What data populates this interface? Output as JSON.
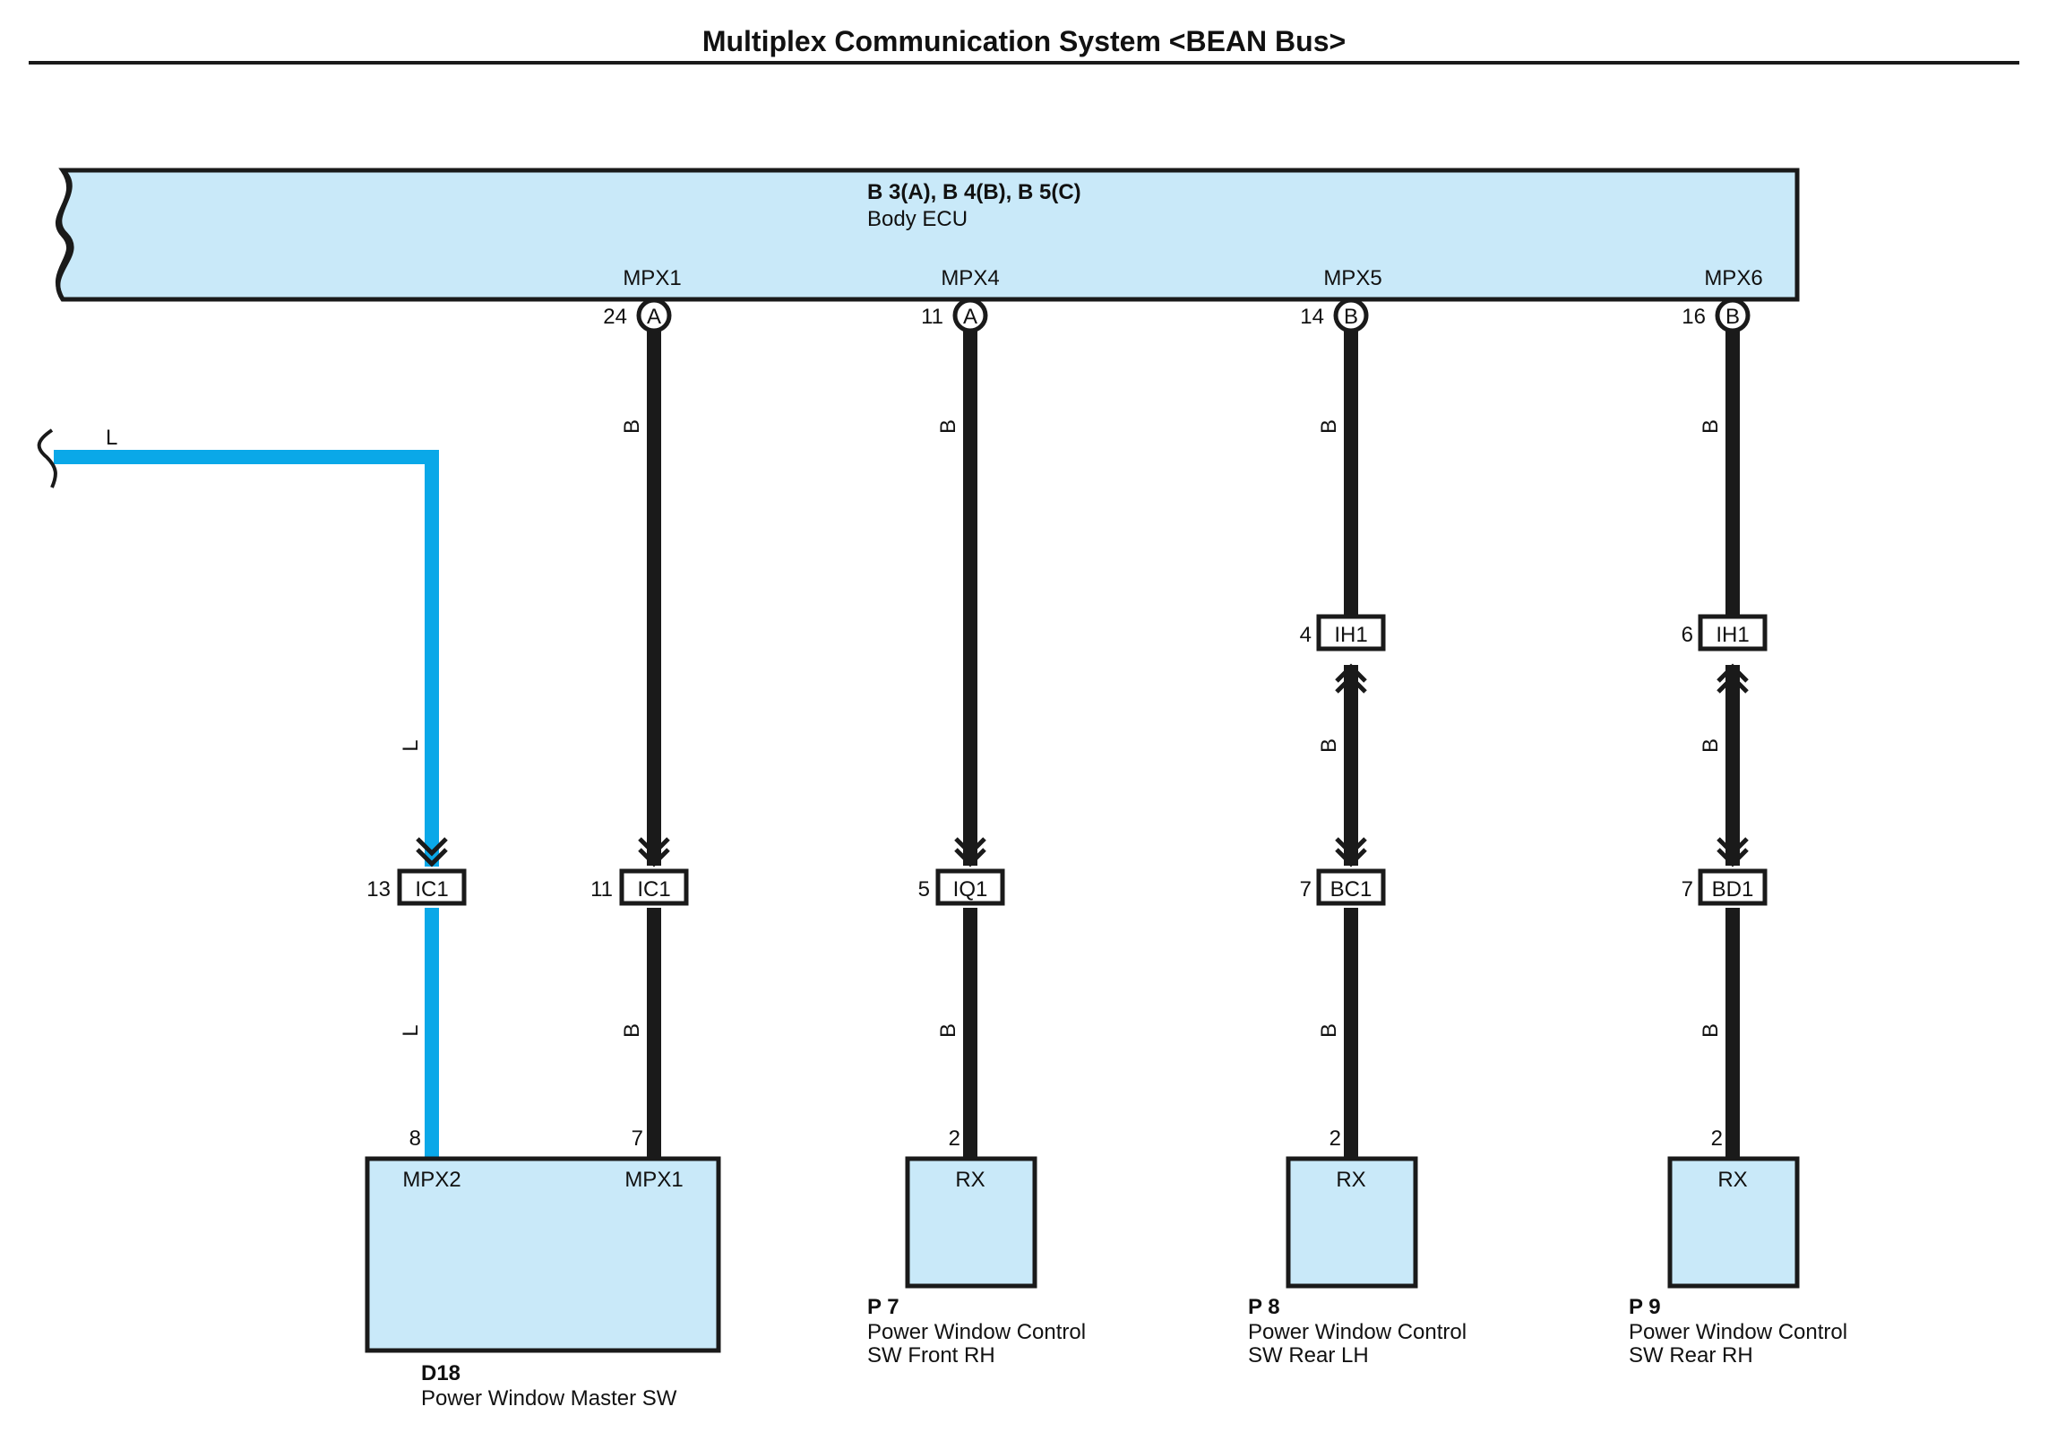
{
  "title": "Multiplex Communication System <BEAN Bus>",
  "colors": {
    "component_fill": "#c9e9f9",
    "wire_black": "#1a1a1a",
    "wire_blue": "#0aa8e8",
    "outline": "#1a1a1a"
  },
  "ecu": {
    "connectors": "B 3(A), B 4(B), B 5(C)",
    "name": "Body ECU",
    "pins": [
      {
        "label": "MPX1",
        "num": "24",
        "conn": "A"
      },
      {
        "label": "MPX4",
        "num": "11",
        "conn": "A"
      },
      {
        "label": "MPX5",
        "num": "14",
        "conn": "B"
      },
      {
        "label": "MPX6",
        "num": "16",
        "conn": "B"
      }
    ]
  },
  "wire_colors": {
    "black": "B",
    "blue": "L"
  },
  "wire_L_from": "L",
  "junctions_upper": [
    {
      "num": "4",
      "code": "IH1"
    },
    {
      "num": "6",
      "code": "IH1"
    }
  ],
  "junctions_lower": [
    {
      "num": "13",
      "code": "IC1"
    },
    {
      "num": "11",
      "code": "IC1"
    },
    {
      "num": "5",
      "code": "IQ1"
    },
    {
      "num": "7",
      "code": "BC1"
    },
    {
      "num": "7",
      "code": "BD1"
    }
  ],
  "components": [
    {
      "id": "D18",
      "name": "Power Window Master SW",
      "pins": [
        {
          "num": "8",
          "label": "MPX2"
        },
        {
          "num": "7",
          "label": "MPX1"
        }
      ]
    },
    {
      "id": "P 7",
      "name_line1": "Power Window Control",
      "name_line2": "SW Front RH",
      "pins": [
        {
          "num": "2",
          "label": "RX"
        }
      ]
    },
    {
      "id": "P 8",
      "name_line1": "Power Window Control",
      "name_line2": "SW Rear LH",
      "pins": [
        {
          "num": "2",
          "label": "RX"
        }
      ]
    },
    {
      "id": "P 9",
      "name_line1": "Power Window Control",
      "name_line2": "SW Rear RH",
      "pins": [
        {
          "num": "2",
          "label": "RX"
        }
      ]
    }
  ],
  "icons": [
    "wire-break-icon",
    "connector-circle-icon",
    "connector-arrow-icon",
    "junction-box-icon"
  ]
}
